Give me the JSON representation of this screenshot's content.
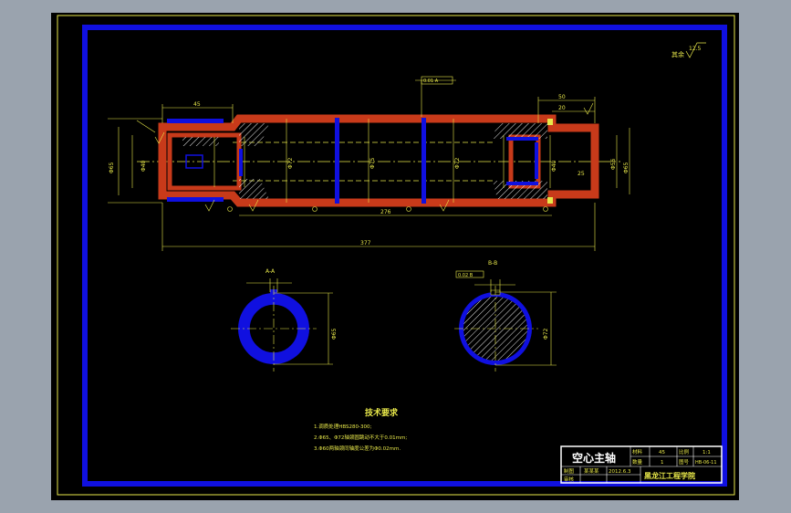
{
  "title_block": {
    "part_name": "空心主轴",
    "material_label": "材料",
    "material_value": "45",
    "scale_label": "比例",
    "scale_value": "1:1",
    "qty_label": "数量",
    "qty_value": "1",
    "drawing_no_label": "图号",
    "drawing_no_value": "HB-06-11",
    "drawn_label": "制图",
    "drawn_name": "某某某",
    "date": "2012.6.3",
    "check_label": "审核",
    "school": "黑龙江工程学院"
  },
  "notes": {
    "heading": "技术要求",
    "items": [
      "1.调质处理HBS280-300;",
      "2.Φ65、Φ72轴颈圆跳动不大于0.01mm;",
      "3.Φ60两轴颈同轴度公差为Φ0.02mm."
    ]
  },
  "roughness": {
    "label": "其余",
    "value": "12.5"
  },
  "main_view": {
    "total_length": "377",
    "middle_length": "276",
    "left_step": "45",
    "right_step": "50",
    "right_step2": "20",
    "dia_center_left": "Φ72",
    "dia_center_mid": "Φ75",
    "dia_center_right": "Φ72",
    "dia_left_outer": "Φ65",
    "dia_right_outer": "Φ65",
    "bore_left": "Φ40",
    "bore_right": "Φ40",
    "chamfer_right": "25",
    "hole_right": "Φ56",
    "datum_ref": "0.01 A"
  },
  "section_a": {
    "label": "A-A",
    "dim": "Φ65"
  },
  "section_b": {
    "label": "B-B",
    "tolerance": "0.02 B",
    "dim": "Φ72"
  }
}
